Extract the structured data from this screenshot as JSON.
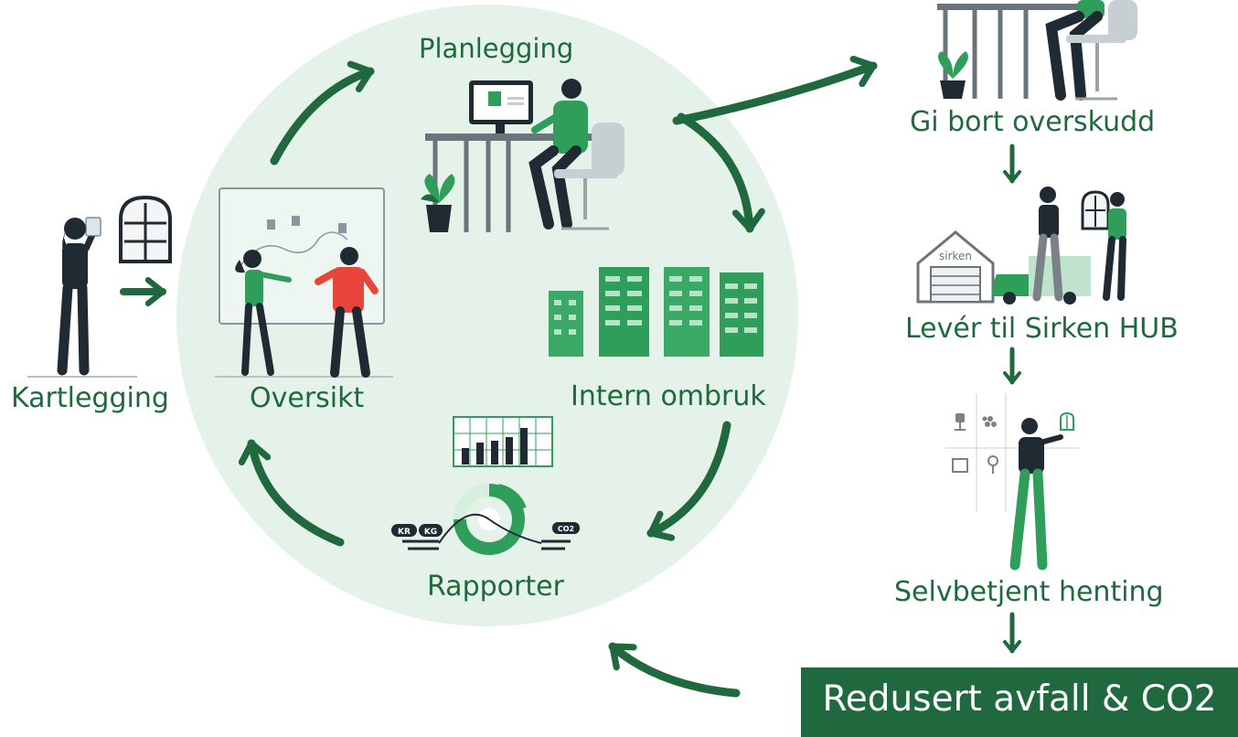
{
  "cycle": {
    "planning": "Planlegging",
    "overview": "Oversikt",
    "internal_reuse": "Intern ombruk",
    "reports": "Rapporter"
  },
  "start": {
    "mapping": "Kartlegging"
  },
  "external": {
    "give_away": "Gi bort overskudd",
    "deliver": "Levér til Sirken HUB",
    "self_service": "Selvbetjent henting",
    "result": "Redusert avfall & CO2"
  },
  "badges": {
    "kr": "KR",
    "kg": "KG",
    "co2": "CO2",
    "warehouse_sign": "sirken"
  },
  "colors": {
    "green_dark": "#20683d",
    "green": "#2f9e5b",
    "circle_fill": "#e4f2ea",
    "red_shirt": "#e8463c",
    "ink": "#1f2a33"
  },
  "icons": [
    "window-icon",
    "arrow-icon",
    "person-icon",
    "desk-icon",
    "plant-icon",
    "buildings-icon",
    "bar-chart-icon",
    "donut-chart-icon",
    "warehouse-icon",
    "truck-icon",
    "chair-icon"
  ]
}
